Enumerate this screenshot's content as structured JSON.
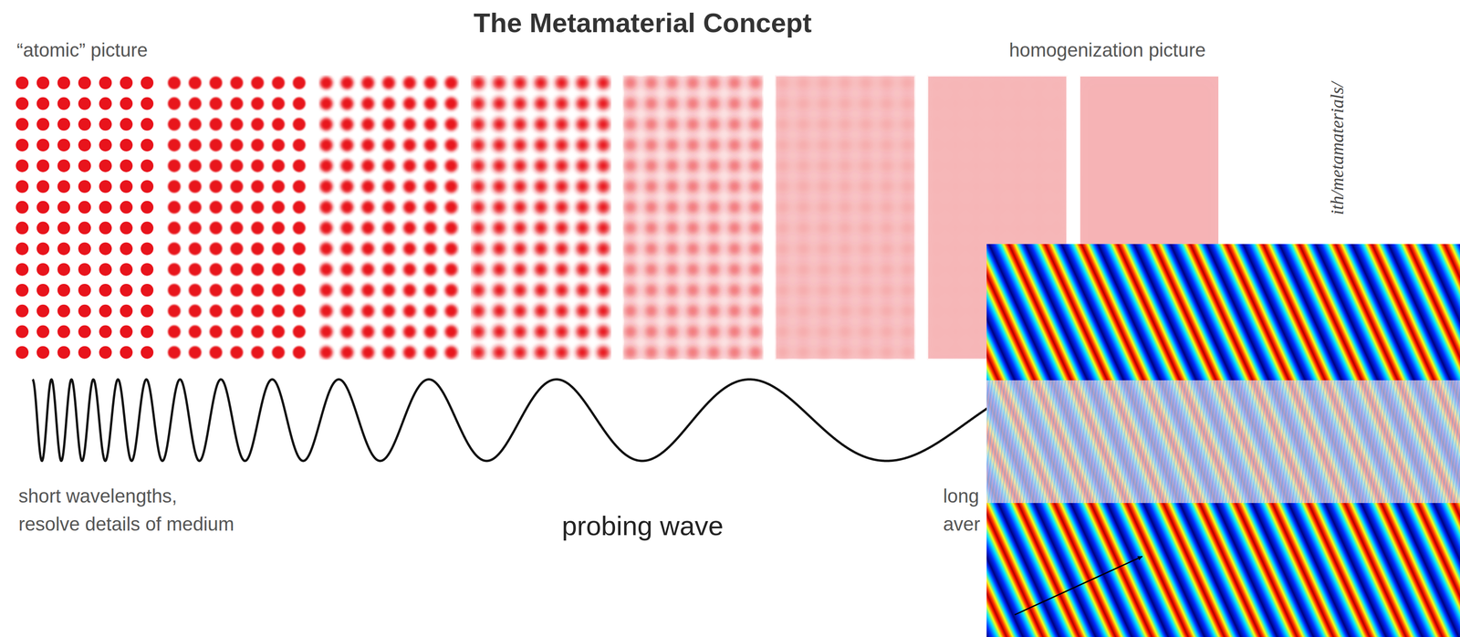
{
  "diagram": {
    "title": "The Metamaterial Concept",
    "labels": [
      "“atomic” picture",
      "homogenization picture",
      "short wavelengths,",
      "resolve details of medium",
      "probing wave",
      "long",
      "aver",
      "ith/metamaterials/"
    ]
  }
}
